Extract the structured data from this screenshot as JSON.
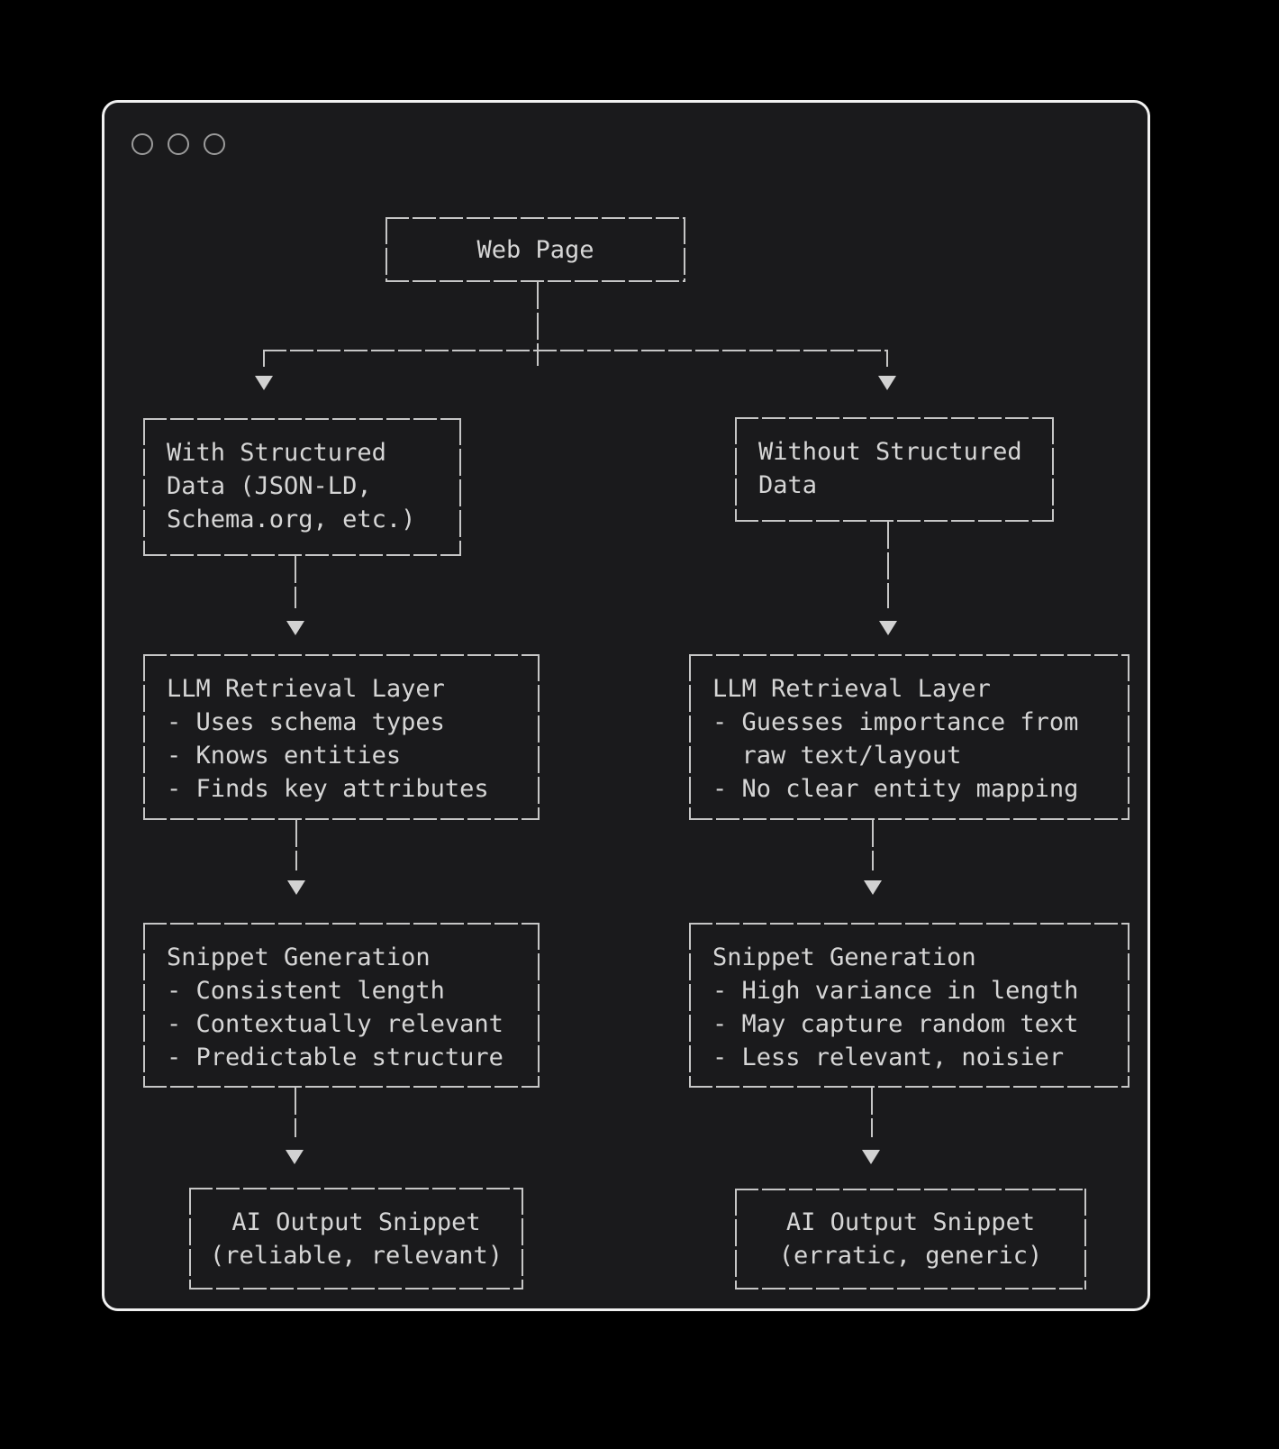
{
  "colors": {
    "background": "#000000",
    "window_bg": "#1a1a1c",
    "window_border": "#f0f0f0",
    "line": "#c6c6c6",
    "text": "#d6d6d6",
    "arrow": "#d2d2d2",
    "control": "#9b9b9b"
  },
  "window": {
    "controls": [
      "close",
      "minimize",
      "maximize"
    ]
  },
  "diagram": {
    "root": "Web Page",
    "left": {
      "condition": [
        "With Structured",
        "Data (JSON-LD,",
        "Schema.org, etc.)"
      ],
      "retrieval": [
        "LLM Retrieval Layer",
        "- Uses schema types",
        "- Knows entities",
        "- Finds key attributes"
      ],
      "snippet": [
        "Snippet Generation",
        "- Consistent length",
        "- Contextually relevant",
        "- Predictable structure"
      ],
      "output": [
        "AI Output Snippet",
        "(reliable, relevant)"
      ]
    },
    "right": {
      "condition": [
        "Without Structured",
        "Data"
      ],
      "retrieval": [
        "LLM Retrieval Layer",
        "- Guesses importance from",
        "  raw text/layout",
        "- No clear entity mapping"
      ],
      "snippet": [
        "Snippet Generation",
        "- High variance in length",
        "- May capture random text",
        "- Less relevant, noisier"
      ],
      "output": [
        "AI Output Snippet",
        "(erratic, generic)"
      ]
    }
  }
}
